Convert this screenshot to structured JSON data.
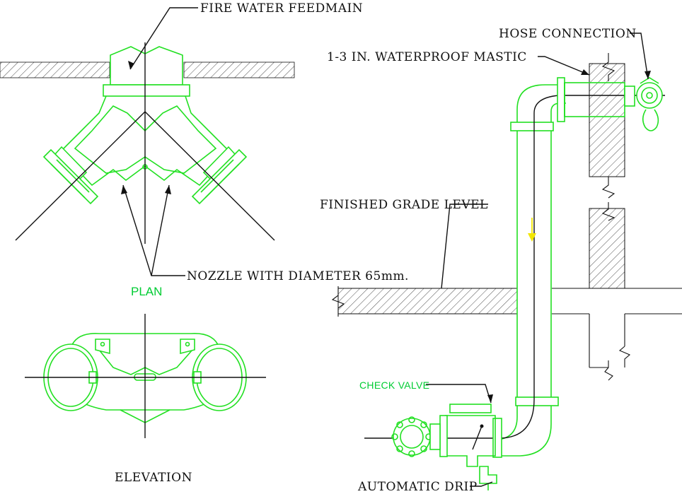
{
  "labels": {
    "fire_water_feedmain": "FIRE WATER FEEDMAIN",
    "nozzle": "NOZZLE WITH DIAMETER 65mm.",
    "plan": "PLAN",
    "elevation": "ELEVATION",
    "hose_connection": "HOSE CONNECTION",
    "mastic": "1-3 IN. WATERPROOF MASTIC",
    "finished_grade": "FINISHED GRADE LEVEL",
    "check_valve": "CHECK VALVE",
    "automatic_drip": "AUTOMATIC DRIP"
  },
  "colors": {
    "background": "#ffffff",
    "pipe_outline": "#22e022",
    "annotation": "#111111",
    "flow_arrow": "#f2e600"
  }
}
